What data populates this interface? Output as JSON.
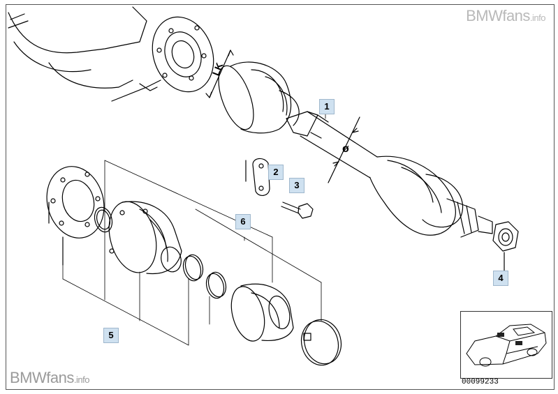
{
  "watermark": {
    "brand": "BMW",
    "brand_suffix": "fans",
    "domain": ".info"
  },
  "callouts": [
    {
      "id": "1",
      "label": "1"
    },
    {
      "id": "2",
      "label": "2"
    },
    {
      "id": "3",
      "label": "3"
    },
    {
      "id": "4",
      "label": "4"
    },
    {
      "id": "5",
      "label": "5"
    },
    {
      "id": "6",
      "label": "6"
    }
  ],
  "dimension_labels": {
    "length": "LK",
    "diameter": "ø"
  },
  "diagram_number": "00099233"
}
